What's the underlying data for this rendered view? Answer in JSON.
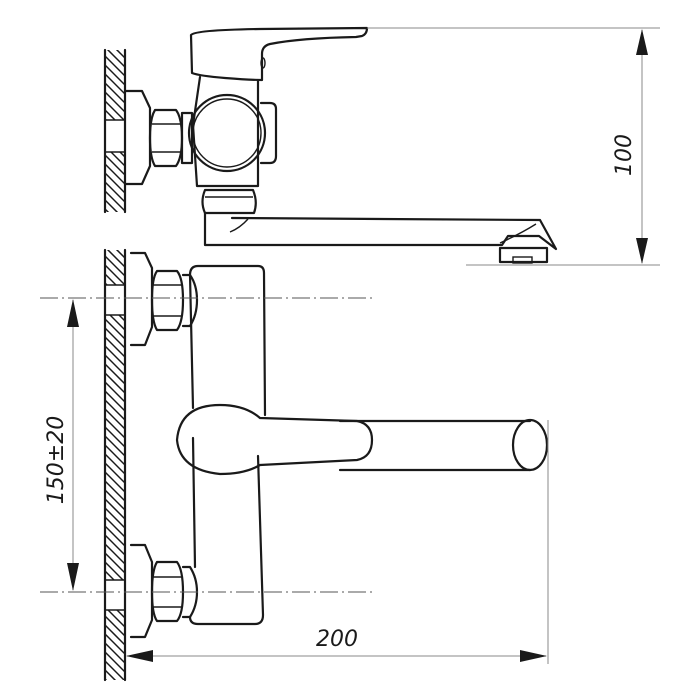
{
  "drawing": {
    "subject": "Wall-mounted single-lever mixer tap",
    "views": [
      "side-view",
      "top-view"
    ]
  },
  "dimensions": {
    "height_label": "100",
    "inlet_spacing_label": "150±20",
    "spout_reach_label": "200"
  },
  "colors": {
    "line": "#1a1a1a",
    "dimension_line": "#888888",
    "background": "#ffffff"
  }
}
